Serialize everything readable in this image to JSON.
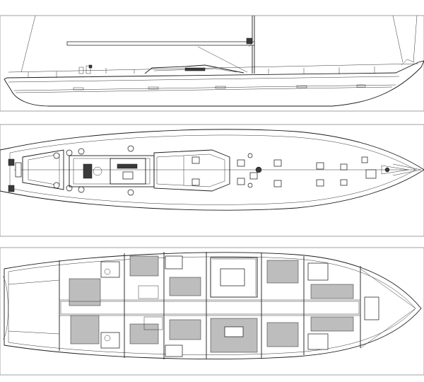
{
  "drawing": {
    "views": [
      {
        "id": "profile",
        "kind": "side-profile"
      },
      {
        "id": "deck",
        "kind": "deck-plan"
      },
      {
        "id": "interior",
        "kind": "interior-layout"
      }
    ],
    "line_color": "#1a1a1a",
    "frame_color": "#8a8a8a",
    "background": "#ffffff"
  }
}
